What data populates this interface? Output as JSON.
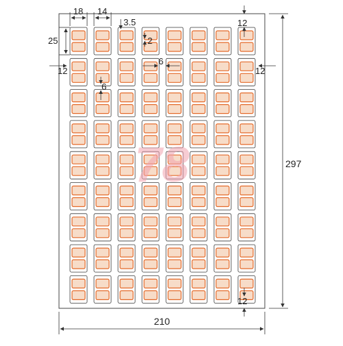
{
  "sheet": {
    "width_label": "210",
    "height_label": "297",
    "columns": 8,
    "rows": 9,
    "watermark": "78"
  },
  "dimensions": {
    "label_width": "18",
    "label_pitch": "14",
    "slot_inset": "3.5",
    "slot_gap": "2",
    "column_gap": "6",
    "row_gap": "6",
    "label_height": "25",
    "margin_left": "12",
    "margin_right": "12",
    "margin_top": "12",
    "margin_bottom": "12"
  },
  "colors": {
    "label_border": "#3a3a3a",
    "slot_fill": "#f7dcc8",
    "slot_border": "#e46a2a",
    "dimension_line": "#333333",
    "watermark": "#f2a3b0"
  }
}
